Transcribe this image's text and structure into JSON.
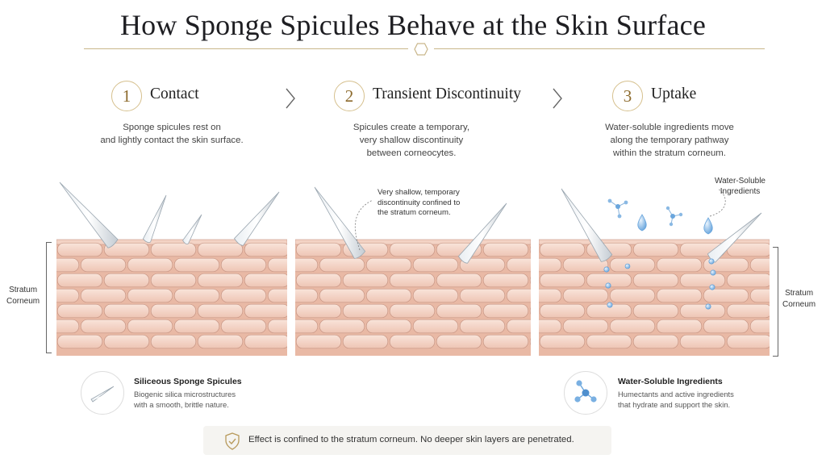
{
  "title": "How Sponge Spicules Behave at the Skin Surface",
  "steps": [
    {
      "number": "1",
      "title": "Contact",
      "description": [
        "Sponge spicules rest on",
        "and lightly contact the skin surface."
      ]
    },
    {
      "number": "2",
      "title": "Transient Discontinuity",
      "description": [
        "Spicules create a temporary,",
        "very shallow discontinuity",
        "between corneocytes."
      ]
    },
    {
      "number": "3",
      "title": "Uptake",
      "description": [
        "Water-soluble ingredients move",
        "along the temporary pathway",
        "within the stratum corneum."
      ]
    }
  ],
  "callouts": {
    "discontinuity": [
      "Very shallow, temporary",
      "discontinuity confined to",
      "the stratum corneum."
    ],
    "ingredients": [
      "Water-Soluble",
      "Ingredients"
    ]
  },
  "side_labels": {
    "left": [
      "Stratum",
      "Corneum"
    ],
    "right": [
      "Stratum",
      "Corneum"
    ]
  },
  "legend": [
    {
      "title": "Siliceous Sponge Spicules",
      "description": [
        "Biogenic silica microstructures",
        "with a smooth, brittle nature."
      ],
      "icon": "spicule-icon"
    },
    {
      "title": "Water-Soluble Ingredients",
      "description": [
        "Humectants and active ingredients",
        "that hydrate and support the skin."
      ],
      "icon": "molecule-icon"
    }
  ],
  "footer_note": "Effect is confined to the stratum corneum.  No deeper skin layers are penetrated.",
  "colors": {
    "accent_gold": "#c9b68a",
    "skin_cell": "#f1cfc0",
    "skin_line": "#c79685",
    "droplet": "#5b9bd5"
  }
}
